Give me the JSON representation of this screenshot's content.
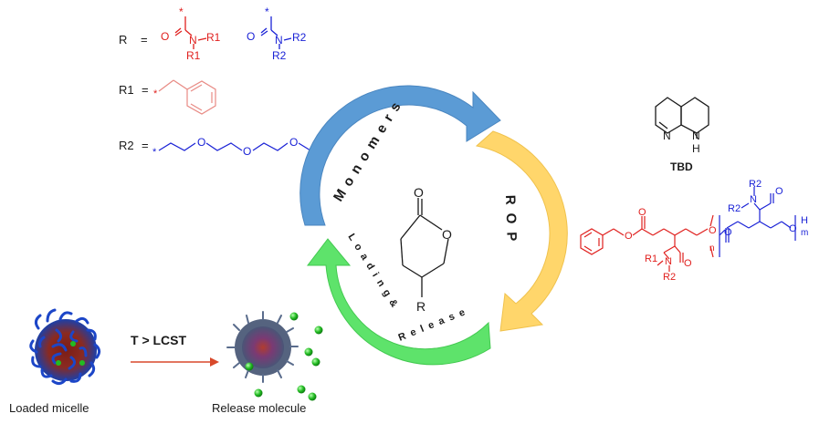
{
  "definitions": {
    "r_label": "R",
    "equals": "=",
    "r1_label": "R1",
    "r2_label": "R2",
    "carbonyl_o": "O",
    "amide_n": "N",
    "star": "*"
  },
  "cycle": {
    "monomers": "Monomers",
    "rop": "ROP",
    "loading": "Loading&",
    "release": "Release"
  },
  "monomer_center": {
    "carbonyl_o": "O",
    "ring_o": "O",
    "substituent": "R"
  },
  "catalyst": {
    "label": "TBD",
    "ring_n": "N",
    "nh_n": "N",
    "nh_h": "H"
  },
  "polymer": {
    "o": "O",
    "r1": "R1",
    "r2": "R2",
    "n_amide": "N",
    "n_sub": "n",
    "m_sub": "m",
    "h_end": "H"
  },
  "micelle": {
    "transition": "T > LCST",
    "loaded_label": "Loaded micelle",
    "release_label": "Release molecule"
  },
  "colors": {
    "red": "#e0201e",
    "blue": "#1a22d6",
    "arrow_blue": "#5b9bd5",
    "arrow_yellow": "#ffd66b",
    "arrow_green": "#5ee36b",
    "arrow_red": "#d8492b",
    "sphere_green": "#22bb22"
  }
}
